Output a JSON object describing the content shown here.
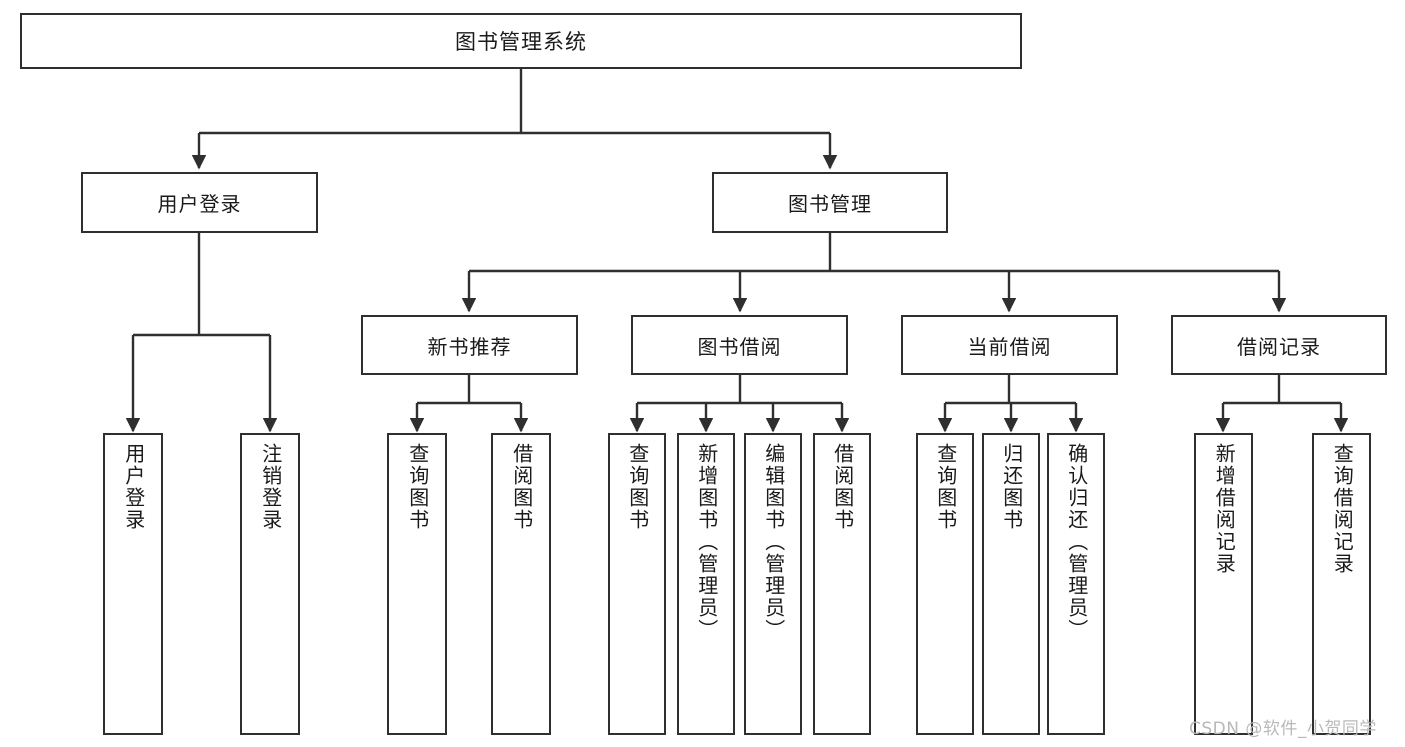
{
  "diagram": {
    "title": "图书管理系统",
    "type": "tree-hierarchy-diagram",
    "colors": {
      "background": "#ffffff",
      "box_border": "#2f2f2f",
      "box_fill": "#ffffff",
      "connector": "#2f2f2f",
      "text": "#1a1a1a",
      "watermark": "#b9b9b9"
    },
    "root": {
      "label": "图书管理系统"
    },
    "level1": [
      {
        "label": "用户登录"
      },
      {
        "label": "图书管理"
      }
    ],
    "level2": [
      {
        "label": "新书推荐"
      },
      {
        "label": "图书借阅"
      },
      {
        "label": "当前借阅"
      },
      {
        "label": "借阅记录"
      }
    ],
    "leaves_user_login": [
      {
        "label": "用户登录"
      },
      {
        "label": "注销登录"
      }
    ],
    "leaves_new_book": [
      {
        "label": "查询图书"
      },
      {
        "label": "借阅图书"
      }
    ],
    "leaves_borrow": [
      {
        "label": "查询图书"
      },
      {
        "label": "新增图书（管理员）"
      },
      {
        "label": "编辑图书（管理员）"
      },
      {
        "label": "借阅图书"
      }
    ],
    "leaves_current": [
      {
        "label": "查询图书"
      },
      {
        "label": "归还图书"
      },
      {
        "label": "确认归还（管理员）"
      }
    ],
    "leaves_record": [
      {
        "label": "新增借阅记录"
      },
      {
        "label": "查询借阅记录"
      }
    ]
  },
  "watermark": {
    "text": "CSDN @软件_小贺同学"
  }
}
